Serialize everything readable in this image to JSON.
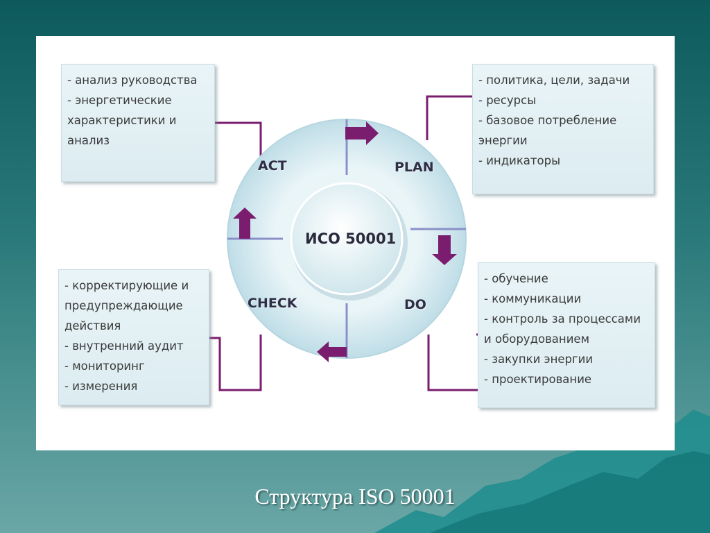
{
  "diagram": {
    "center_label": "ИСО 50001",
    "phases": {
      "act": "ACT",
      "plan": "PLAN",
      "do": "DO",
      "check": "CHECK"
    },
    "boxes": {
      "act": [
        "- анализ руководства",
        "- энергетические",
        "характеристики и",
        "анализ"
      ],
      "plan": [
        "- политика, цели, задачи",
        "- ресурсы",
        "- базовое потребление",
        "энергии",
        "- индикаторы"
      ],
      "check": [
        "- корректирующие и",
        "предупреждающие",
        "действия",
        "- внутренний аудит",
        "- мониторинг",
        "- измерения"
      ],
      "do": [
        "- обучение",
        "- коммуникации",
        "- контроль за процессами",
        "и оборудованием",
        "- закупки энергии",
        "- проектирование"
      ]
    },
    "colors": {
      "connector": "#7a1d6e",
      "arrow": "#7a1d6e",
      "ring": "#cfe7ee",
      "ring_dividers": "#8a90c8",
      "center_fill": "#e6f2f5"
    }
  },
  "caption": "Структура  ISO 50001",
  "colors": {
    "background_top": "#0d5a5c",
    "background_bottom": "#6aa7a6",
    "panel": "#ffffff"
  }
}
